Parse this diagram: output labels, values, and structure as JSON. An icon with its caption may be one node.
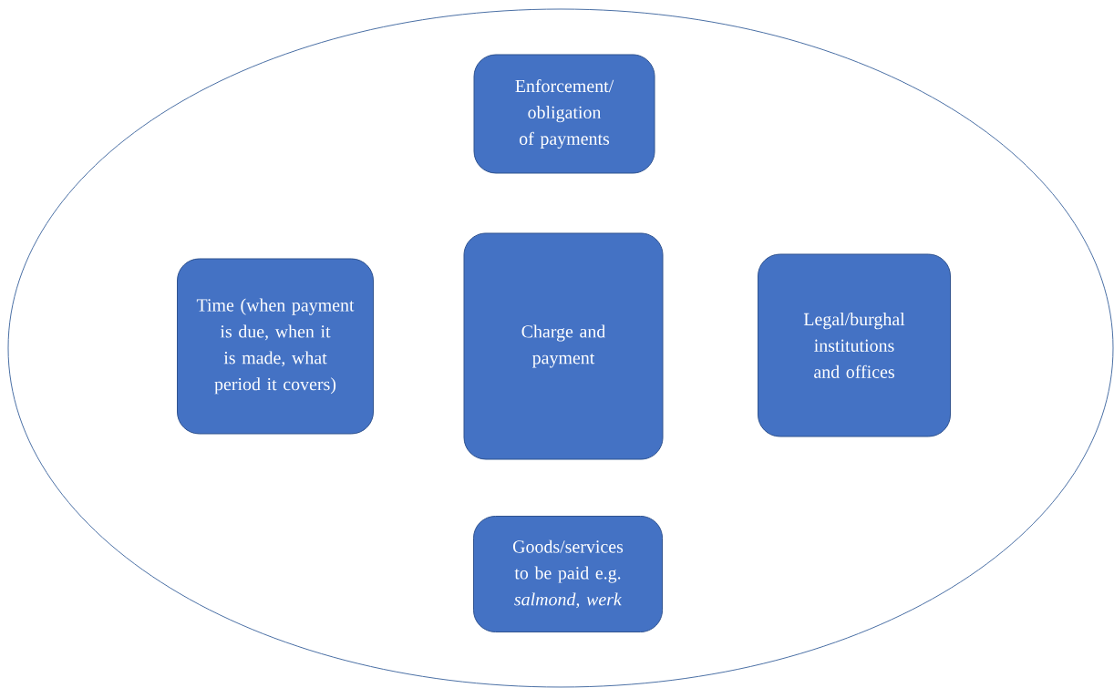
{
  "diagram": {
    "nodes": [
      {
        "text": [],
        "shape": "ellipse"
      },
      {
        "text": [
          "Enforcement/ obligation of payments"
        ],
        "in": 0
      },
      {
        "text": [
          "Time (when payment is due, when it is made, what period it covers)"
        ],
        "in": 0
      },
      {
        "text": [
          "Charge and payment"
        ],
        "in": 0
      },
      {
        "text": [
          "Legal/burghal institutions and offices"
        ],
        "in": 0
      },
      {
        "text": [
          "Goods/services to be paid e.g. *salmond, werk*"
        ],
        "in": 0
      }
    ]
  }
}
